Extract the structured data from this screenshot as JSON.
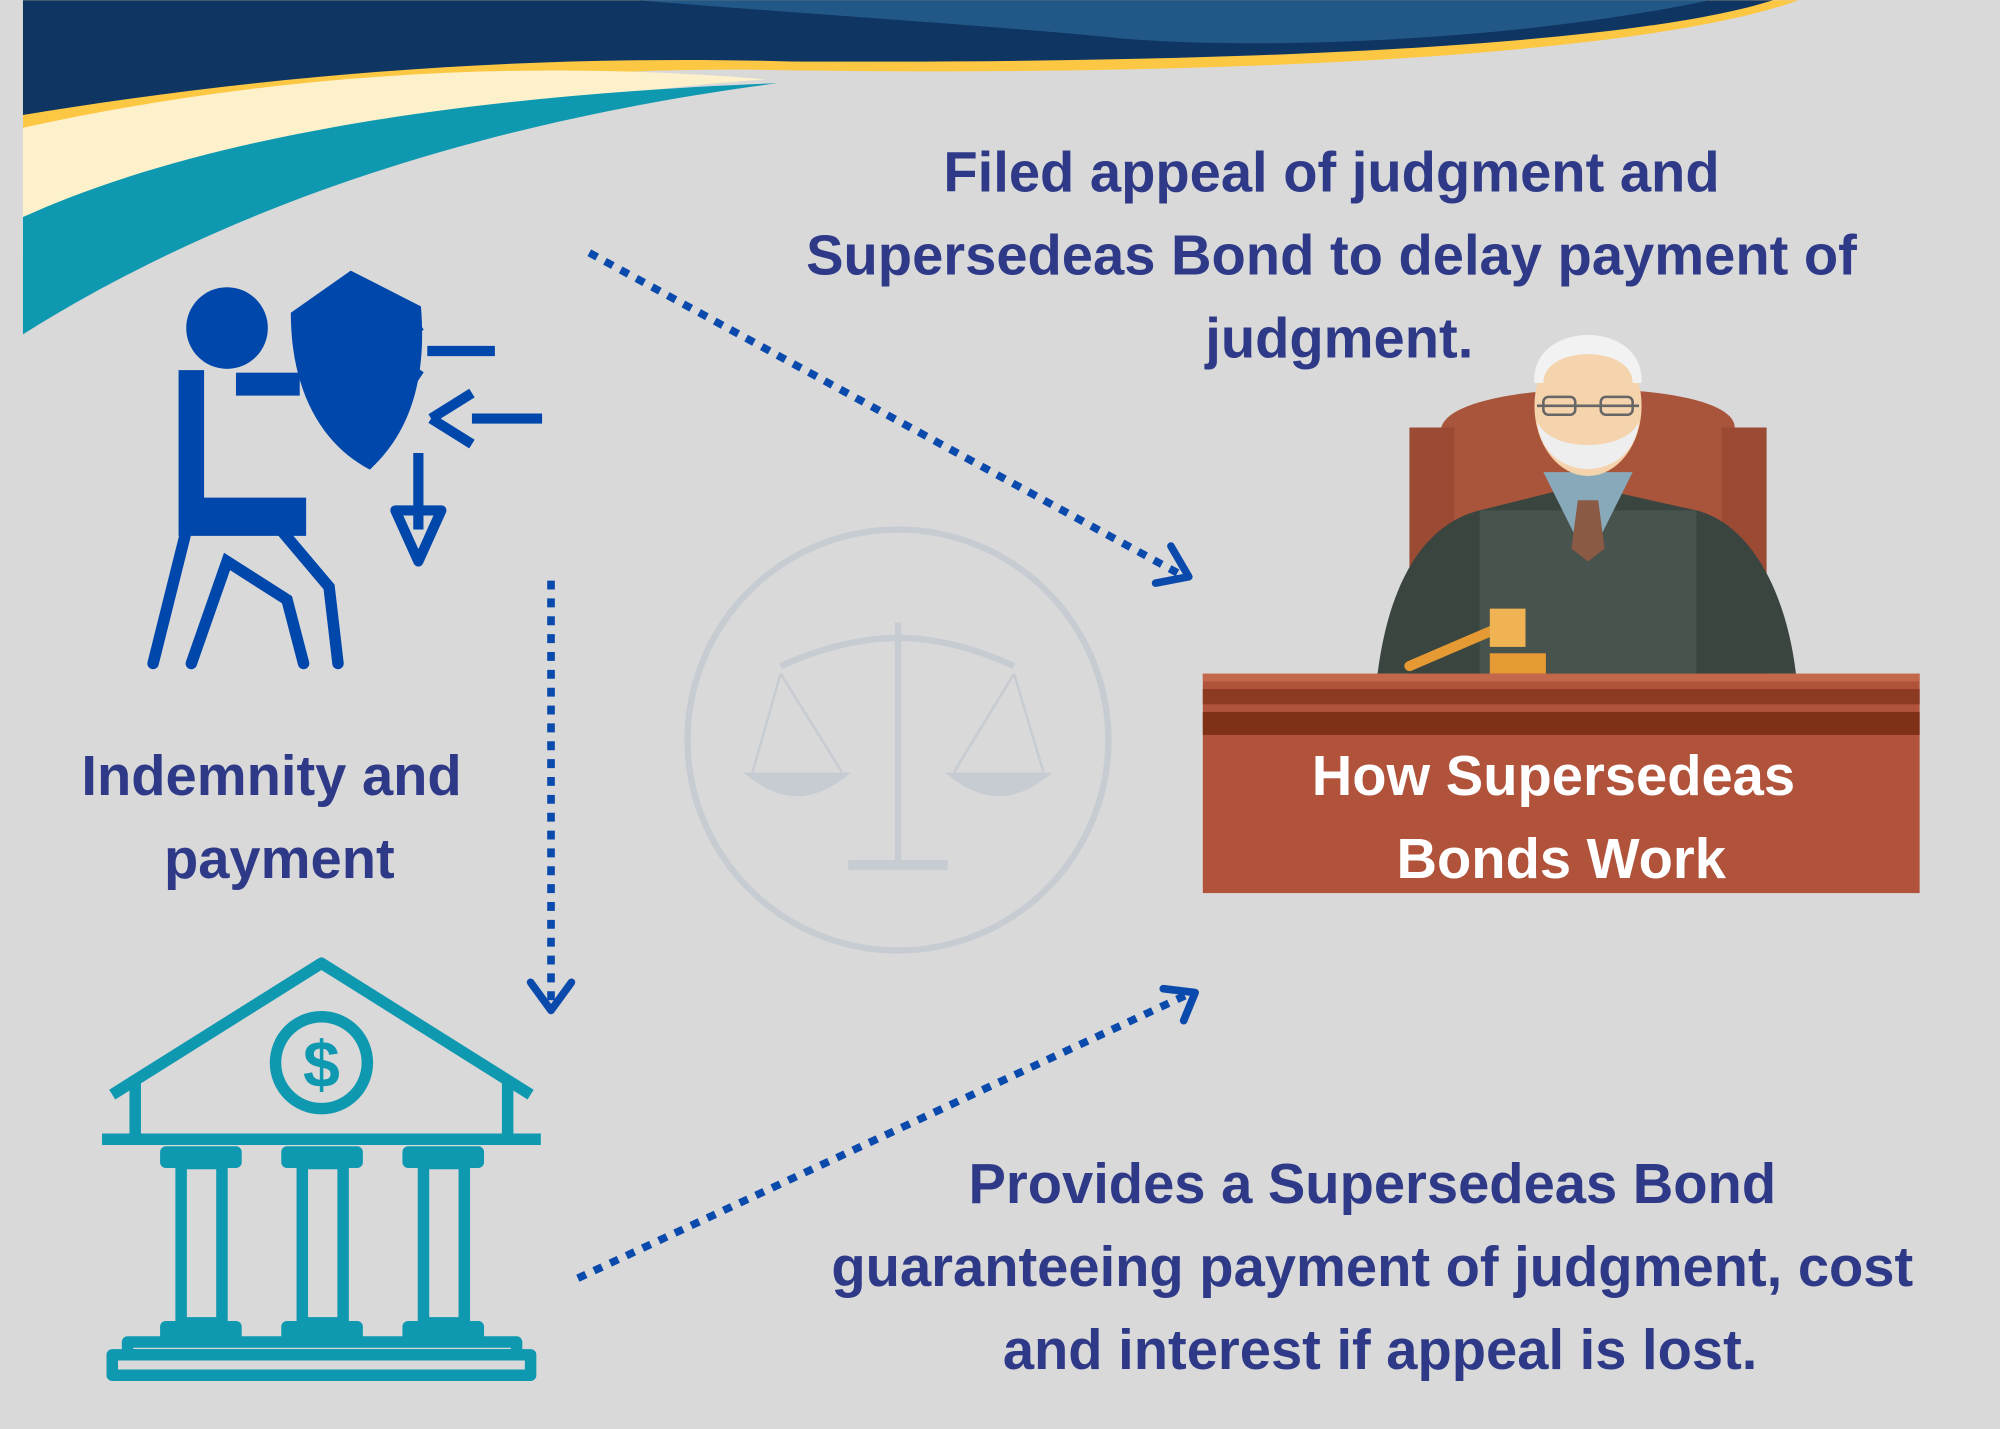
{
  "title": {
    "lines": [
      "How Supersedeas",
      "Bonds Work"
    ]
  },
  "top_caption": {
    "lines": [
      "Filed appeal of judgment and",
      "Supersedeas Bond to delay payment of",
      "judgment."
    ]
  },
  "left_caption": {
    "lines": [
      "Indemnity and",
      "payment"
    ]
  },
  "bottom_caption": {
    "lines": [
      "Provides a Supersedeas Bond",
      "guaranteeing payment of judgment, cost",
      "and interest if appeal is lost."
    ]
  },
  "bank_symbol": "$",
  "colors": {
    "background": "#d9d9d9",
    "text": "#2e3a87",
    "arrow": "#0b4aad",
    "defendant_icon": "#0047ab",
    "bank_icon": "#0e99b0",
    "desk": "#b0533a",
    "navy": "#0f3563",
    "gold": "#fcc844"
  }
}
